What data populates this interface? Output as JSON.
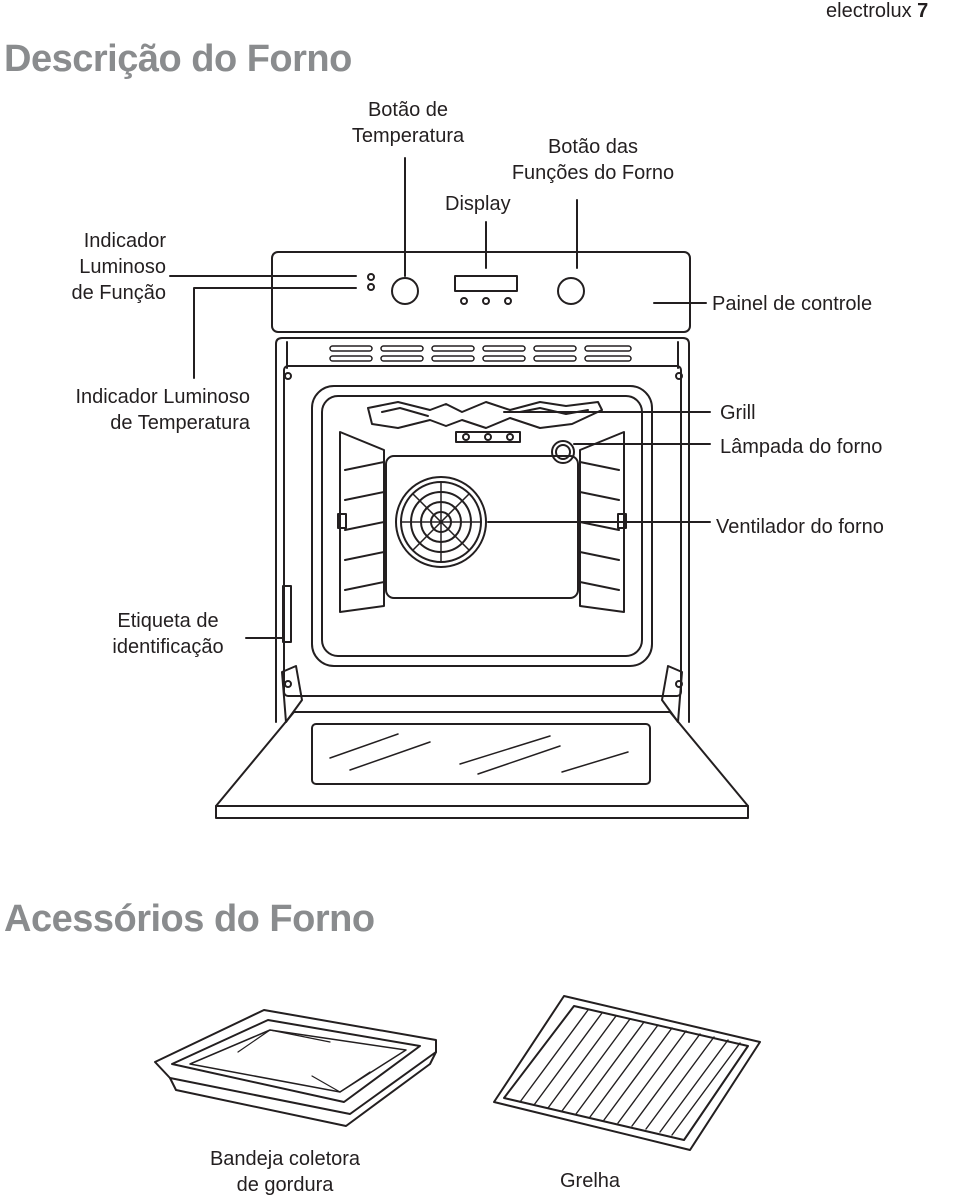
{
  "header": {
    "brand": "electrolux",
    "page_number": "7"
  },
  "section_oven": {
    "title": "Descrição do Forno",
    "labels": {
      "temp_knob": [
        "Botão de",
        "Temperatura"
      ],
      "function_knob": [
        "Botão das",
        "Funções do Forno"
      ],
      "display": "Display",
      "function_light": [
        "Indicador",
        "Luminoso",
        "de Função"
      ],
      "control_panel": "Painel de controle",
      "temp_light": [
        "Indicador Luminoso",
        "de Temperatura"
      ],
      "grill": "Grill",
      "lamp": "Lâmpada do forno",
      "fan": "Ventilador do forno",
      "id_label": [
        "Etiqueta de",
        "identificação"
      ]
    }
  },
  "section_accessories": {
    "title": "Acessórios do Forno",
    "items": [
      {
        "label": [
          "Bandeja coletora",
          "de gordura"
        ],
        "icon": "drip-tray"
      },
      {
        "label": [
          "Grelha"
        ],
        "icon": "wire-rack"
      }
    ]
  }
}
